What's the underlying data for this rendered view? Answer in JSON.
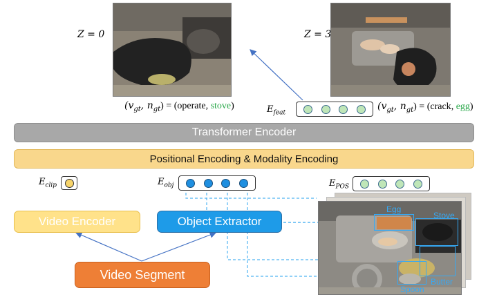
{
  "frames": {
    "left_label": "Z = 0",
    "right_label": "Z = 3"
  },
  "tuples": {
    "left": {
      "prefix": "(v",
      "sub1": "gt",
      "mid": ", n",
      "sub2": "gt",
      "eq": ") = (",
      "verb": "operate",
      "comma": ", ",
      "noun": "stove",
      "close": ")"
    },
    "right": {
      "prefix": "(v",
      "sub1": "gt",
      "mid": ", n",
      "sub2": "gt",
      "eq": ") = (",
      "verb": "crack",
      "comma": ", ",
      "noun": "egg",
      "close": ")"
    }
  },
  "embeddings": {
    "feat": {
      "base": "E",
      "sub": "feat"
    },
    "clip": {
      "base": "E",
      "sub": "clip"
    },
    "obj": {
      "base": "E",
      "sub": "obj"
    },
    "pos": {
      "base": "E",
      "sub": "POS"
    }
  },
  "bars": {
    "transformer": "Transformer Encoder",
    "positional": "Positional Encoding & Modality Encoding"
  },
  "boxes": {
    "video_encoder": "Video Encoder",
    "object_extractor": "Object Extractor",
    "video_segment": "Video Segment"
  },
  "detections": {
    "egg": "Egg",
    "stove": "Stove",
    "butter": "Butter",
    "spoon": "Spoon"
  },
  "colors": {
    "noun_green": "#2aa84a",
    "transformer_bar": "#a8a8a8",
    "positional_bar": "#f9d78c",
    "video_encoder": "#ffe28a",
    "object_extractor": "#1e9be8",
    "video_segment": "#ee7f36",
    "arrow_blue": "#4472c4",
    "dashed_cyan": "#4fb3f2"
  }
}
